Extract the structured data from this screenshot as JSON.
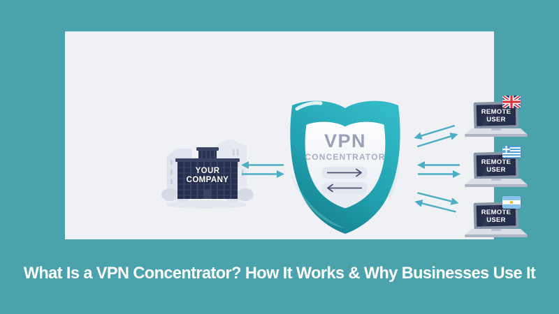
{
  "title": "What Is a VPN Concentrator? How It Works & Why Businesses Use It",
  "company": {
    "label": "YOUR COMPANY"
  },
  "concentrator": {
    "name": "VPN",
    "type_label": "CONCENTRATOR"
  },
  "remote_users": [
    {
      "label": "REMOTE USER",
      "country": "United Kingdom",
      "flag_icon": "uk-flag-icon"
    },
    {
      "label": "REMOTE USER",
      "country": "Greece",
      "flag_icon": "greece-flag-icon"
    },
    {
      "label": "REMOTE USER",
      "country": "Argentina",
      "flag_icon": "argentina-flag-icon"
    }
  ],
  "colors": {
    "background": "#4AA2AD",
    "card": "#F0F1F5",
    "building_navy": "#272F4E",
    "arrow_teal": "#4AAEC5",
    "shield_teal_light": "#2FB6C3",
    "shield_teal_dark": "#137E8D",
    "title_text": "#FFFFFF"
  }
}
